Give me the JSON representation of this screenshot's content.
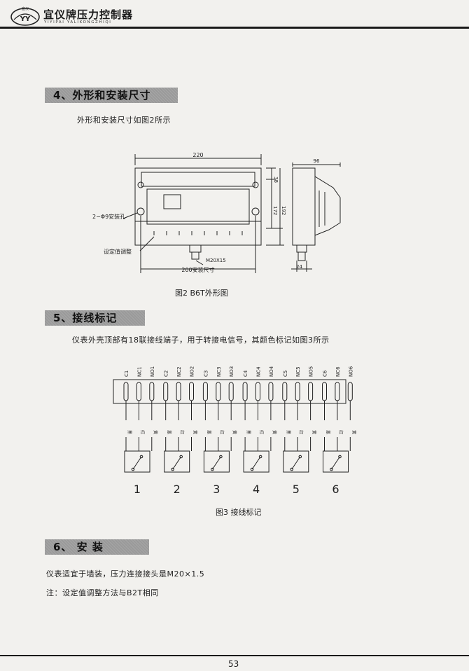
{
  "header": {
    "logo_text": "宜仪",
    "title": "宜仪牌压力控制器",
    "subtitle": "YIYIPAI YALIKONGZHIQI"
  },
  "sections": [
    {
      "heading": "4、外形和安装尺寸",
      "body": "外形和安装尺寸如图2所示"
    },
    {
      "heading": "5、接线标记",
      "body": "仪表外壳顶部有18联接线端子，用于转接电信号，其颜色标记如图3所示"
    },
    {
      "heading": "6、 安 装",
      "body": "仪表适宜于墙装，压力连接接头是M20×1.5",
      "note": "注：设定值调整方法与B2T相同"
    }
  ],
  "figure2": {
    "caption": "图2  B6T外形图",
    "dims": {
      "width": "220",
      "top_h": "38",
      "h1": "172",
      "h2": "192",
      "mount": "200安装尺寸",
      "thread": "M20X15",
      "side_w": "96",
      "side_b": "24"
    },
    "labels": {
      "holes": "2−Φ9安装孔",
      "setpoint": "设定值调整"
    }
  },
  "figure3": {
    "caption": "图3  接线标记",
    "terminals": [
      "C1",
      "NC1",
      "NO1",
      "C2",
      "NC2",
      "NO2",
      "C3",
      "NC3",
      "NO3",
      "C4",
      "NC4",
      "NO4",
      "C5",
      "NC5",
      "NO5",
      "C6",
      "NC6",
      "NO6"
    ],
    "wire_colors": [
      "黑",
      "红",
      "黄"
    ],
    "switch_numbers": [
      "1",
      "2",
      "3",
      "4",
      "5",
      "6"
    ]
  },
  "page_number": "53"
}
